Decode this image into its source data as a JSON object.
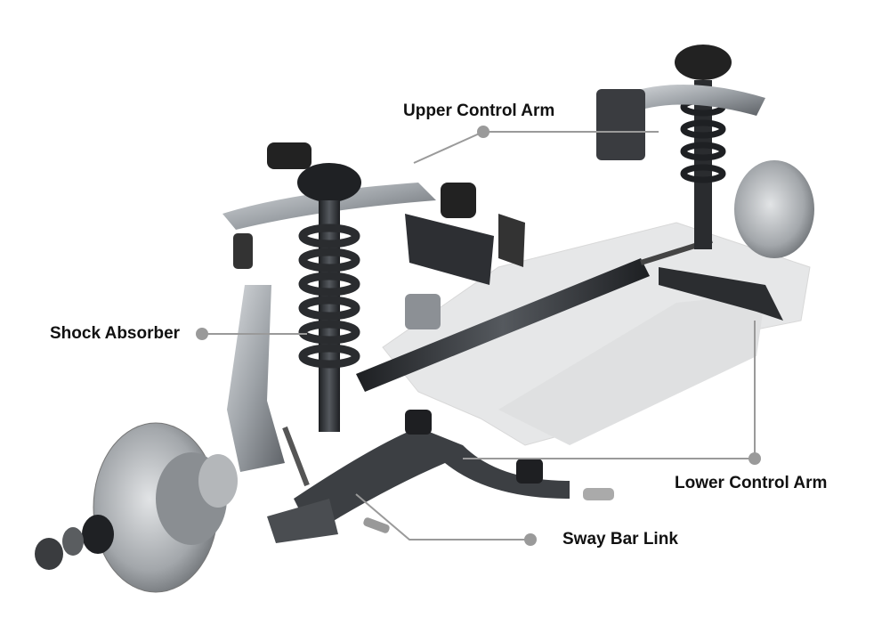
{
  "labels": {
    "upper_control_arm": "Upper Control Arm",
    "shock_absorber": "Shock Absorber",
    "lower_control_arm": "Lower Control Arm",
    "sway_bar_link": "Sway Bar Link"
  },
  "colors": {
    "leader": "#9a9a9a",
    "text": "#111111"
  }
}
